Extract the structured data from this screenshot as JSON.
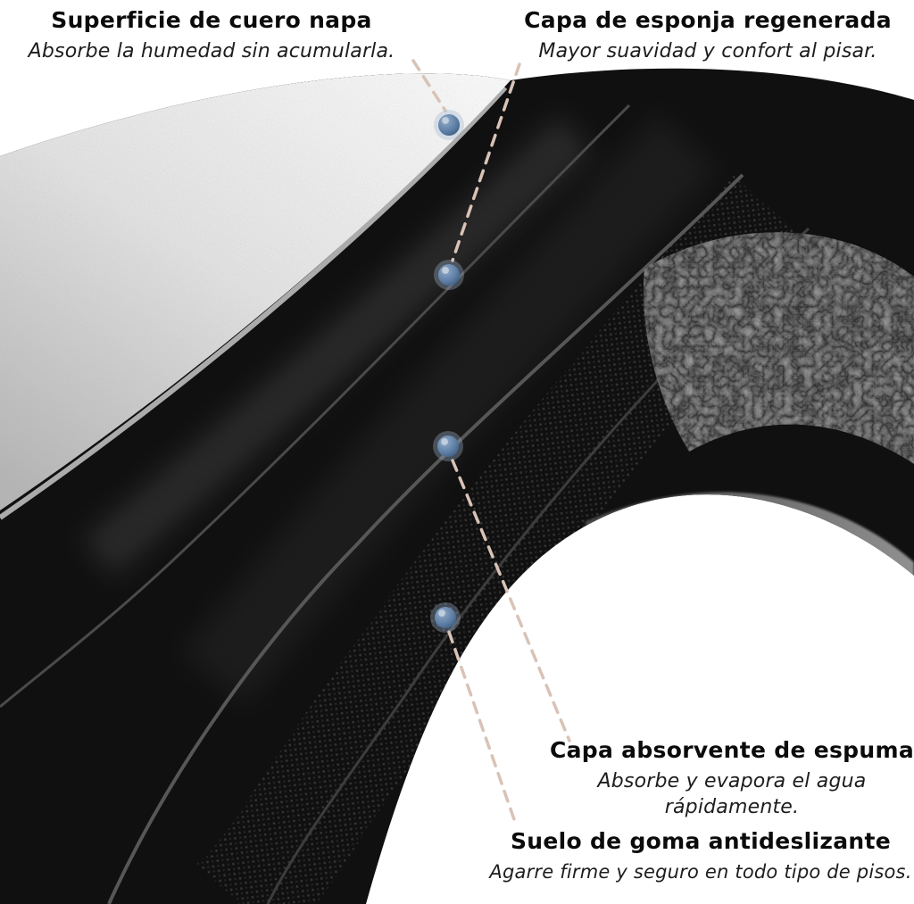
{
  "figure": {
    "background_color": "#ffffff",
    "dot_color": "#5b7da4",
    "leader_line_color": "#d8c3b6",
    "mat_color": "#101010",
    "leather_color": "#e6e6e6"
  },
  "labels": [
    {
      "id": "cuero-napa",
      "title": "Superficie de cuero napa",
      "subtitle": "Absorbe la humedad sin acumularla."
    },
    {
      "id": "esponja-regenerada",
      "title": "Capa de esponja regenerada",
      "subtitle": "Mayor suavidad y confort al pisar."
    },
    {
      "id": "espuma-absorvente",
      "title": "Capa absorvente de espuma",
      "subtitle": "Absorbe y evapora el agua rápidamente."
    },
    {
      "id": "goma-antideslizante",
      "title": "Suelo de goma antideslizante",
      "subtitle": "Agarre firme y seguro en todo tipo de pisos."
    }
  ]
}
